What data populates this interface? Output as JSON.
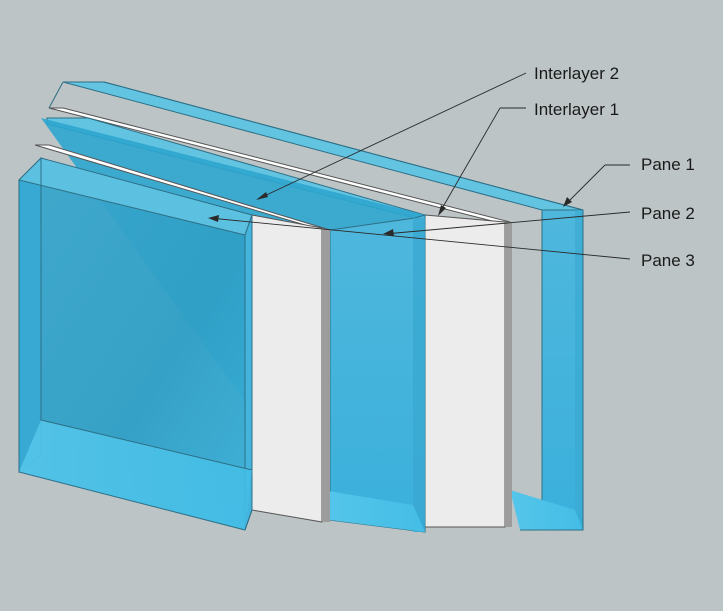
{
  "labels": {
    "interlayer_2": "Interlayer 2",
    "interlayer_1": "Interlayer 1",
    "pane_1": "Pane 1",
    "pane_2": "Pane 2",
    "pane_3": "Pane 3"
  },
  "colors": {
    "background": "#bcc4c6",
    "glass_face": "#2aaed6",
    "glass_side": "#4ec3e6",
    "glass_top": "#5fc4e2",
    "interlayer_face": "#ececec",
    "interlayer_top": "#ffffff",
    "interlayer_side": "#9c9c9c",
    "leader_line": "#2a2a2a"
  }
}
